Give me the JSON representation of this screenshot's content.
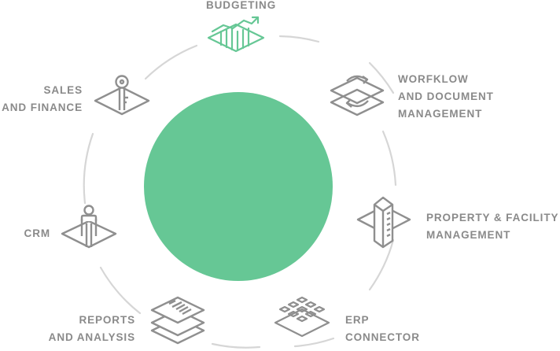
{
  "colors": {
    "accent": "#66c795",
    "icon_gray": "#8f8f8f",
    "ring": "#d6d6d6",
    "text": "#8a8a8a"
  },
  "nodes": [
    {
      "id": "budgeting",
      "icon": "bar-chart-trend-icon",
      "lines": [
        "BUDGETING"
      ]
    },
    {
      "id": "workflow",
      "icon": "document-cycle-icon",
      "lines": [
        "WORFKLOW",
        "AND DOCUMENT",
        "MANAGEMENT"
      ]
    },
    {
      "id": "property",
      "icon": "building-icon",
      "lines": [
        "PROPERTY & FACILITY",
        "MANAGEMENT"
      ]
    },
    {
      "id": "erp",
      "icon": "connector-grid-icon",
      "lines": [
        "ERP",
        "CONNECTOR"
      ]
    },
    {
      "id": "reports",
      "icon": "stacked-reports-icon",
      "lines": [
        "REPORTS",
        "AND ANALYSIS"
      ]
    },
    {
      "id": "crm",
      "icon": "person-icon",
      "lines": [
        "CRM"
      ]
    },
    {
      "id": "sales",
      "icon": "key-icon",
      "lines": [
        "SALES",
        "AND FINANCE"
      ]
    }
  ]
}
